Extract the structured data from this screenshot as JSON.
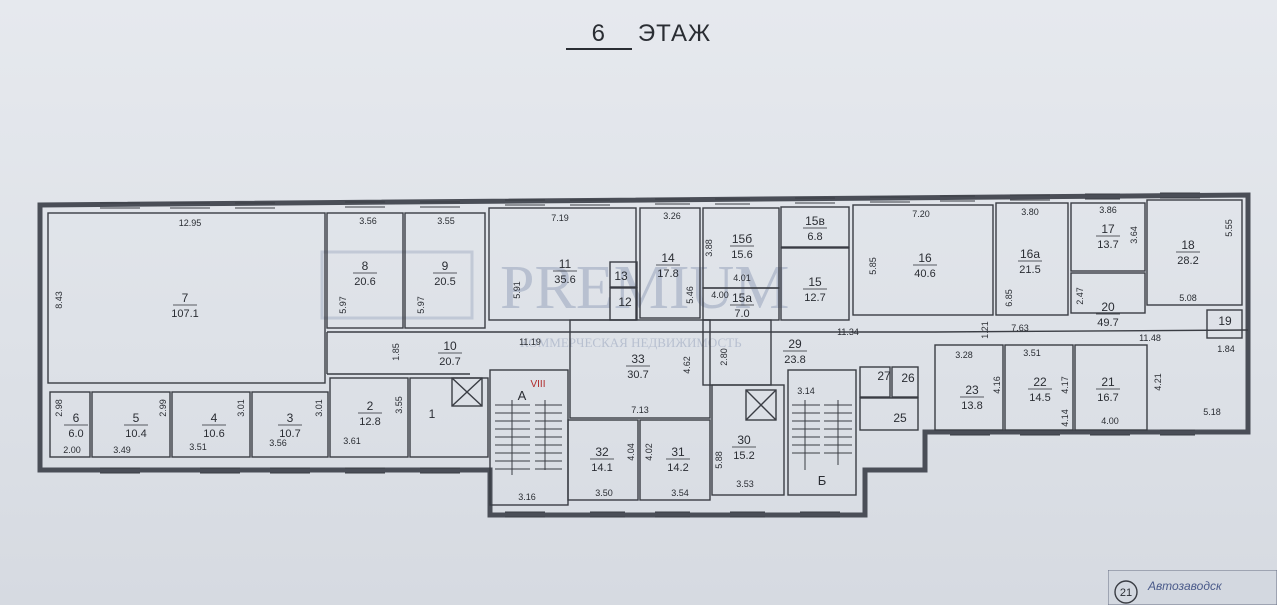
{
  "title": {
    "floor_number": "6",
    "floor_word": "ЭТАЖ"
  },
  "watermark": {
    "brand": "PREMIUM",
    "tagline": "КОММЕРЧЕСКАЯ НЕДВИЖИМОСТЬ"
  },
  "stairs": {
    "a": "А",
    "b": "Б",
    "roman": "VIII"
  },
  "rooms": [
    {
      "id": "r7",
      "num": "7",
      "area": "107.1"
    },
    {
      "id": "r8",
      "num": "8",
      "area": "20.6"
    },
    {
      "id": "r9",
      "num": "9",
      "area": "20.5"
    },
    {
      "id": "r11",
      "num": "11",
      "area": "35.6"
    },
    {
      "id": "r13",
      "num": "13",
      "area": ""
    },
    {
      "id": "r12",
      "num": "12",
      "area": ""
    },
    {
      "id": "r14",
      "num": "14",
      "area": "17.8"
    },
    {
      "id": "r15b",
      "num": "15б",
      "area": "15.6"
    },
    {
      "id": "r15a",
      "num": "15а",
      "area": "7.0"
    },
    {
      "id": "r15v",
      "num": "15в",
      "area": "6.8"
    },
    {
      "id": "r15",
      "num": "15",
      "area": "12.7"
    },
    {
      "id": "r16",
      "num": "16",
      "area": "40.6"
    },
    {
      "id": "r16a",
      "num": "16а",
      "area": "21.5"
    },
    {
      "id": "r17",
      "num": "17",
      "area": "13.7"
    },
    {
      "id": "r18",
      "num": "18",
      "area": "28.2"
    },
    {
      "id": "r20",
      "num": "20",
      "area": "49.7"
    },
    {
      "id": "r19",
      "num": "19",
      "area": ""
    },
    {
      "id": "r10",
      "num": "10",
      "area": "20.7"
    },
    {
      "id": "r33",
      "num": "33",
      "area": "30.7"
    },
    {
      "id": "r29",
      "num": "29",
      "area": "23.8"
    },
    {
      "id": "r6",
      "num": "6",
      "area": "6.0"
    },
    {
      "id": "r5",
      "num": "5",
      "area": "10.4"
    },
    {
      "id": "r4",
      "num": "4",
      "area": "10.6"
    },
    {
      "id": "r3",
      "num": "3",
      "area": "10.7"
    },
    {
      "id": "r2",
      "num": "2",
      "area": "12.8"
    },
    {
      "id": "r1",
      "num": "1",
      "area": ""
    },
    {
      "id": "r32",
      "num": "32",
      "area": "14.1"
    },
    {
      "id": "r31",
      "num": "31",
      "area": "14.2"
    },
    {
      "id": "r30",
      "num": "30",
      "area": "15.2"
    },
    {
      "id": "r27",
      "num": "27",
      "area": ""
    },
    {
      "id": "r26",
      "num": "26",
      "area": ""
    },
    {
      "id": "r25",
      "num": "25",
      "area": ""
    },
    {
      "id": "r23",
      "num": "23",
      "area": "13.8"
    },
    {
      "id": "r22",
      "num": "22",
      "area": "14.5"
    },
    {
      "id": "r21",
      "num": "21",
      "area": "16.7"
    }
  ],
  "dims": {
    "d1": "12.95",
    "d2": "8.43",
    "d3": "3.56",
    "d4": "5.97",
    "d5": "3.55",
    "d6": "5.97",
    "d7": "7.19",
    "d8": "5.91",
    "d9": "3.26",
    "d10": "5.46",
    "d11": "3.88",
    "d12": "4.01",
    "d13": "4.00",
    "d14": "7.20",
    "d15": "5.85",
    "d16": "3.80",
    "d17": "6.85",
    "d18": "3.86",
    "d19": "3.64",
    "d20": "5.55",
    "d21": "2.47",
    "d22": "5.08",
    "d23": "11.19",
    "d24": "1.85",
    "d25": "11.34",
    "d26": "1.21",
    "d27": "7.63",
    "d28": "11.48",
    "d29": "1.84",
    "d30": "4.62",
    "d31": "2.80",
    "d32": "7.13",
    "d33": "2.98",
    "d34": "2.00",
    "d35": "2.99",
    "d36": "3.49",
    "d37": "3.01",
    "d38": "3.51",
    "d39": "3.01",
    "d40": "3.56",
    "d41": "3.55",
    "d42": "3.61",
    "d43": "4.04",
    "d44": "4.02",
    "d45": "3.50",
    "d46": "3.54",
    "d47": "5.88",
    "d48": "3.53",
    "d49": "3.16",
    "d50": "3.14",
    "d51": "3.28",
    "d52": "4.16",
    "d53": "3.51",
    "d54": "4.17",
    "d55": "4.14",
    "d56": "4.00",
    "d57": "4.21",
    "d58": "5.18"
  },
  "stamp": {
    "number": "21",
    "text": "Автозаводск"
  }
}
